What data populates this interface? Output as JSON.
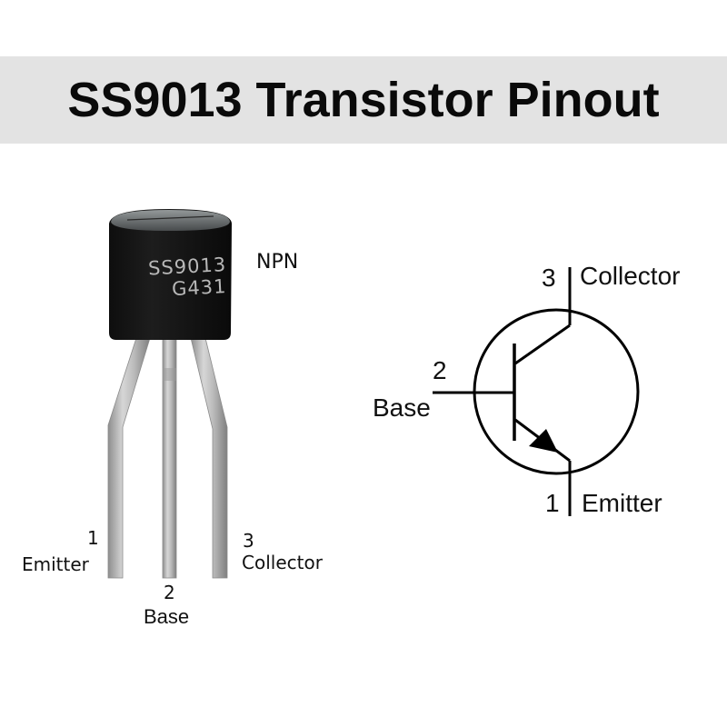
{
  "title": "SS9013 Transistor Pinout",
  "package": {
    "marking_line1": "SS9013",
    "marking_line2": "G431",
    "type_label": "NPN",
    "pins": [
      {
        "number": "1",
        "name": "Emitter"
      },
      {
        "number": "2",
        "name": "Base"
      },
      {
        "number": "3",
        "name": "Collector"
      }
    ]
  },
  "schematic": {
    "collector": {
      "number": "3",
      "name": "Collector"
    },
    "base": {
      "number": "2",
      "name": "Base"
    },
    "emitter": {
      "number": "1",
      "name": "Emitter"
    }
  },
  "colors": {
    "banner_bg": "#e3e3e3",
    "body": "#141414",
    "lead": "#b5b5b5",
    "marking": "#b8b8b8"
  }
}
